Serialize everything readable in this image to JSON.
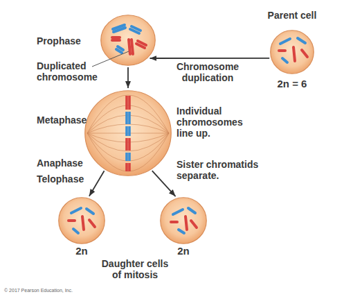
{
  "diagram": {
    "nodes": [
      {
        "text": [
          "Parent cell",
          "2n = 6"
        ]
      },
      {
        "text": [
          "Prophase"
        ]
      },
      {
        "text": [
          "Metaphase"
        ]
      },
      {
        "text": [
          "2n"
        ]
      },
      {
        "text": [
          "2n"
        ]
      }
    ],
    "edges": [
      {
        "from": 0,
        "to": 1,
        "arrow": "to",
        "label": "Chromosome duplication"
      },
      {
        "from": 1,
        "to": 2,
        "arrow": "to"
      },
      {
        "from": 2,
        "to": 3,
        "arrow": "to"
      },
      {
        "from": 2,
        "to": 4,
        "arrow": "to"
      }
    ],
    "labels": [
      "Duplicated chromosome",
      "Individual chromosomes line up.",
      "Anaphase",
      "Telophase",
      "Sister chromatids separate.",
      "Daughter cells of mitosis",
      "© 2017 Pearson Education, Inc."
    ]
  }
}
